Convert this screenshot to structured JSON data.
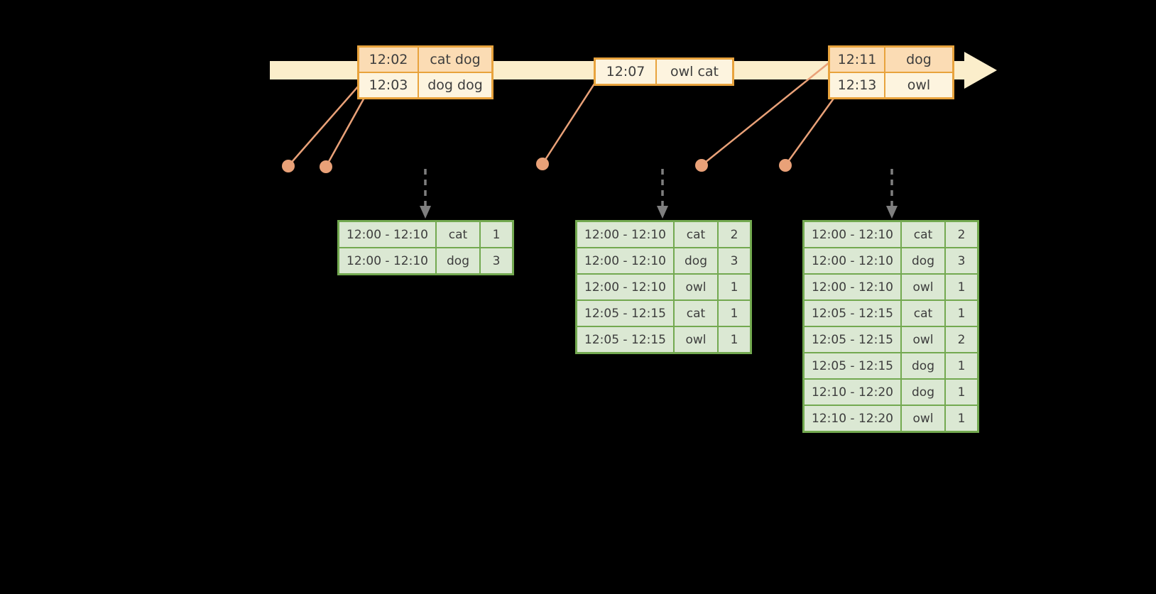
{
  "colors": {
    "background": "#000000",
    "timeline_fill": "#FBEECB",
    "event_table_border": "#E8A33D",
    "event_row_peach": "#FBDCB4",
    "event_row_cream": "#FDF4DF",
    "event_marker": "#E9A178",
    "trigger_arrow": "#7F7F7F",
    "result_table_border": "#73A950",
    "result_cell_fill": "#DBE8D3",
    "cell_text": "#3D3D3D"
  },
  "icons": {
    "timeline_arrow": "timeline-arrow-right",
    "event_dot": "event-dot-marker",
    "trigger_arrow": "dashed-down-arrow"
  },
  "event_tables": [
    {
      "rows": [
        {
          "time": "12:02",
          "words": "cat dog"
        },
        {
          "time": "12:03",
          "words": "dog dog"
        }
      ]
    },
    {
      "rows": [
        {
          "time": "12:07",
          "words": "owl cat"
        }
      ]
    },
    {
      "rows": [
        {
          "time": "12:11",
          "words": "dog"
        },
        {
          "time": "12:13",
          "words": "owl"
        }
      ]
    }
  ],
  "result_tables": [
    {
      "rows": [
        {
          "window": "12:00 - 12:10",
          "word": "cat",
          "count": "1"
        },
        {
          "window": "12:00 - 12:10",
          "word": "dog",
          "count": "3"
        }
      ]
    },
    {
      "rows": [
        {
          "window": "12:00 - 12:10",
          "word": "cat",
          "count": "2"
        },
        {
          "window": "12:00 - 12:10",
          "word": "dog",
          "count": "3"
        },
        {
          "window": "12:00 - 12:10",
          "word": "owl",
          "count": "1"
        },
        {
          "window": "12:05 - 12:15",
          "word": "cat",
          "count": "1"
        },
        {
          "window": "12:05 - 12:15",
          "word": "owl",
          "count": "1"
        }
      ]
    },
    {
      "rows": [
        {
          "window": "12:00 - 12:10",
          "word": "cat",
          "count": "2"
        },
        {
          "window": "12:00 - 12:10",
          "word": "dog",
          "count": "3"
        },
        {
          "window": "12:00 - 12:10",
          "word": "owl",
          "count": "1"
        },
        {
          "window": "12:05 - 12:15",
          "word": "cat",
          "count": "1"
        },
        {
          "window": "12:05 - 12:15",
          "word": "owl",
          "count": "2"
        },
        {
          "window": "12:05 - 12:15",
          "word": "dog",
          "count": "1"
        },
        {
          "window": "12:10 - 12:20",
          "word": "dog",
          "count": "1"
        },
        {
          "window": "12:10 - 12:20",
          "word": "owl",
          "count": "1"
        }
      ]
    }
  ]
}
